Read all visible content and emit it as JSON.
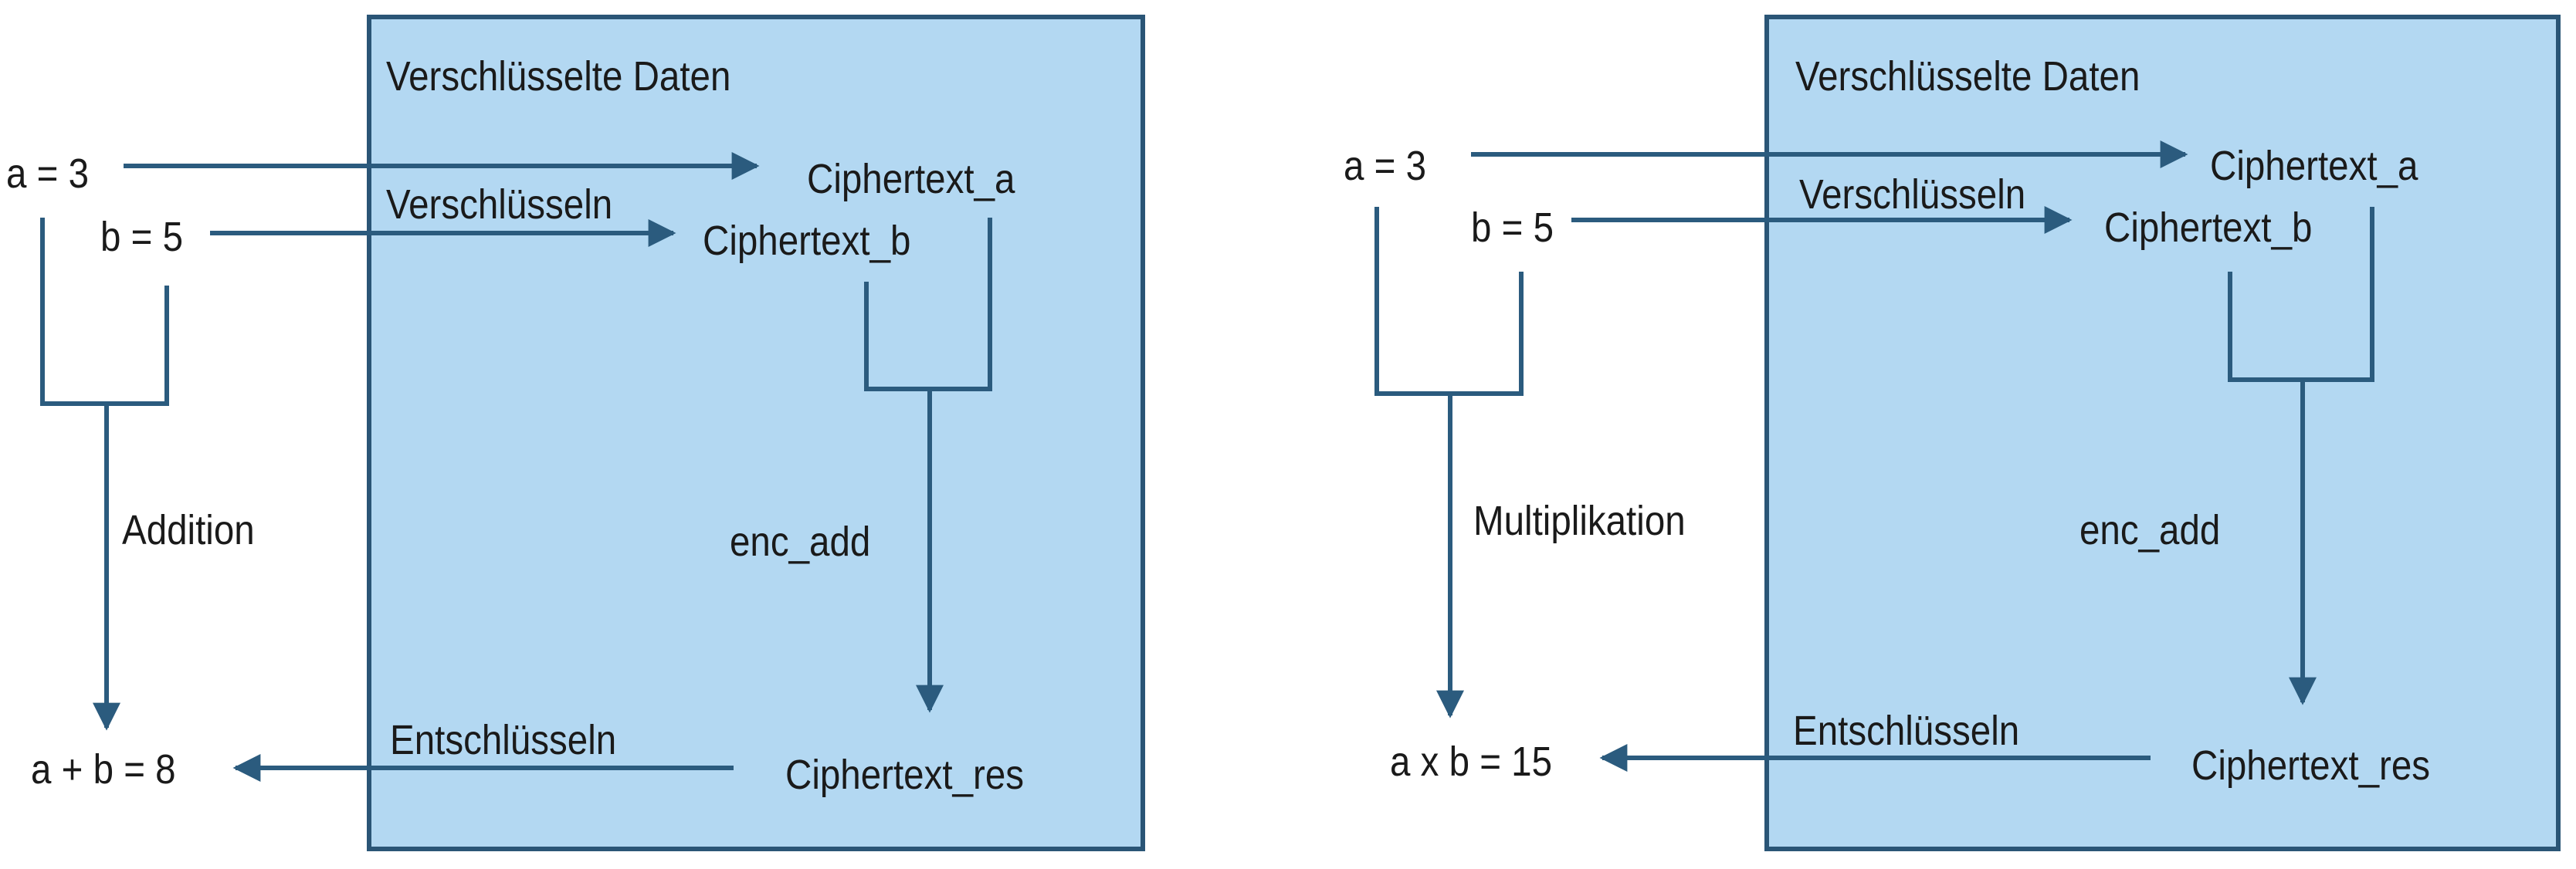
{
  "colors": {
    "box_fill": "#b3d8f2",
    "box_border": "#2a5576",
    "line": "#2b5b7e",
    "text": "#1a1a1a",
    "background": "#ffffff"
  },
  "panels": [
    {
      "box_title": "Verschlüsselte Daten",
      "input_a": "a = 3",
      "input_b": "b = 5",
      "encrypt_label": "Verschlüsseln",
      "cipher_a": "Ciphertext_a",
      "cipher_b": "Ciphertext_b",
      "plain_operation": "Addition",
      "encrypted_operation": "enc_add",
      "decrypt_label": "Entschlüsseln",
      "cipher_result": "Ciphertext_res",
      "plain_result": "a + b = 8"
    },
    {
      "box_title": "Verschlüsselte Daten",
      "input_a": "a = 3",
      "input_b": "b = 5",
      "encrypt_label": "Verschlüsseln",
      "cipher_a": "Ciphertext_a",
      "cipher_b": "Ciphertext_b",
      "plain_operation": "Multiplikation",
      "encrypted_operation": "enc_add",
      "decrypt_label": "Entschlüsseln",
      "cipher_result": "Ciphertext_res",
      "plain_result": "a x b = 15"
    }
  ]
}
